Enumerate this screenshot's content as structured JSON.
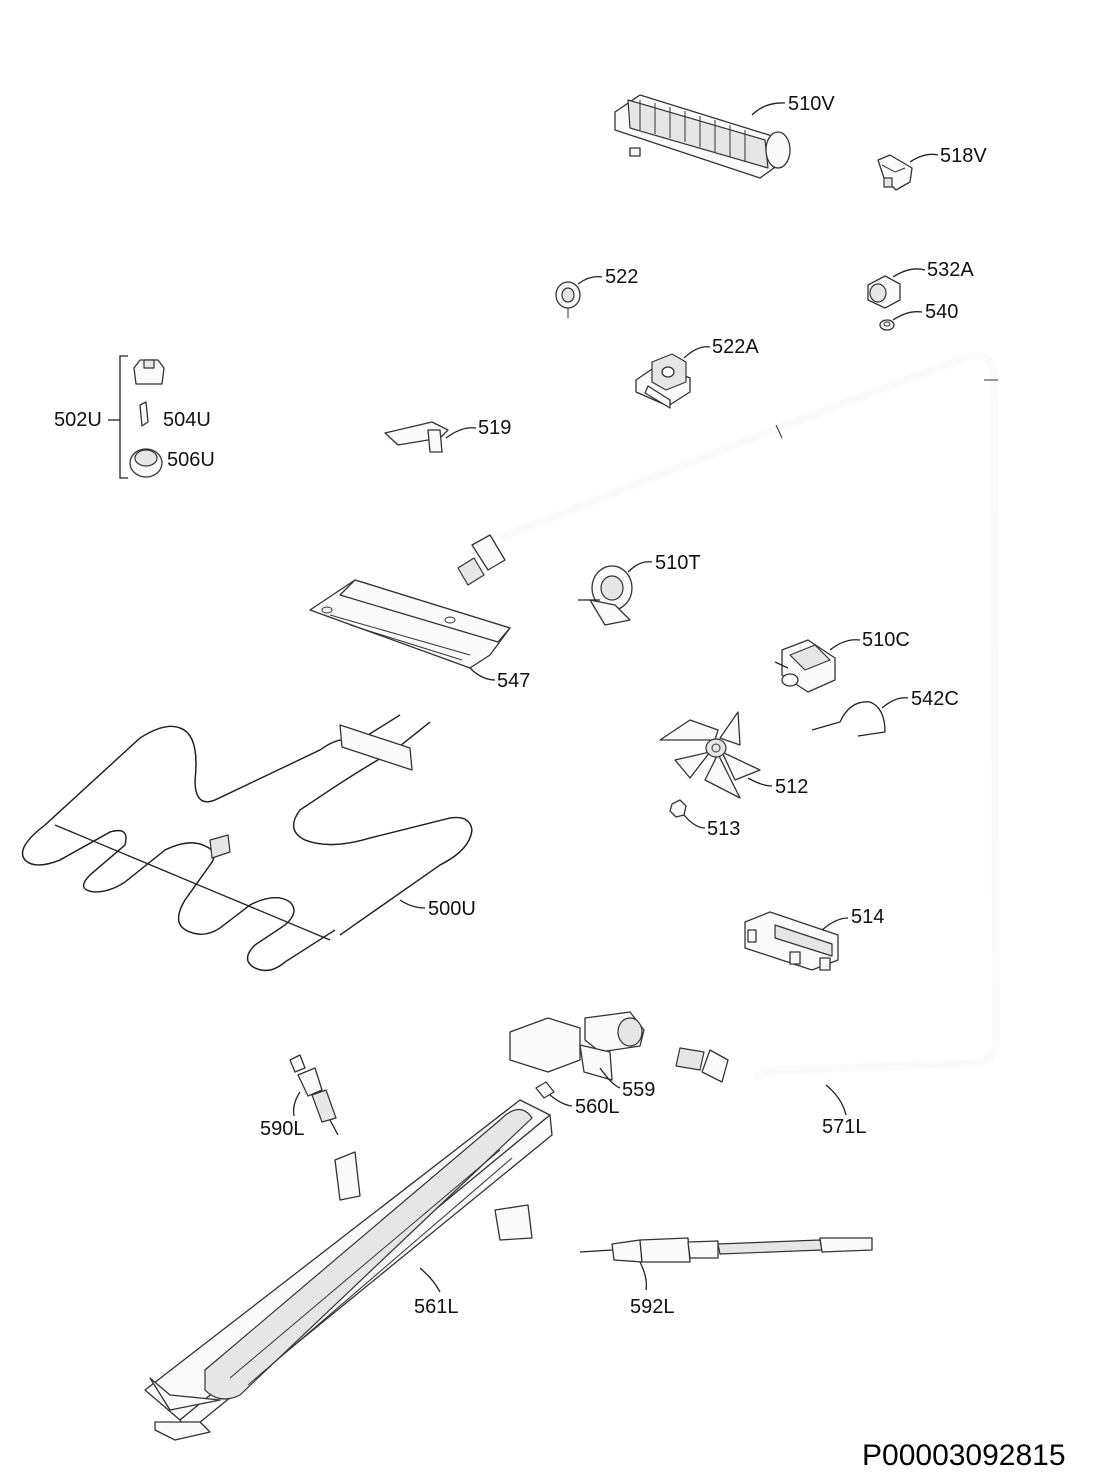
{
  "drawing_code": "P00003092815",
  "parts": {
    "p510V": "510V",
    "p518V": "518V",
    "p522": "522",
    "p532A": "532A",
    "p540": "540",
    "p522A": "522A",
    "p502U": "502U",
    "p504U": "504U",
    "p506U": "506U",
    "p519": "519",
    "p510T": "510T",
    "p510C": "510C",
    "p542C": "542C",
    "p547": "547",
    "p512": "512",
    "p513": "513",
    "p500U": "500U",
    "p514": "514",
    "p559": "559",
    "p560L": "560L",
    "p590L": "590L",
    "p571L": "571L",
    "p561L": "561L",
    "p592L": "592L"
  }
}
